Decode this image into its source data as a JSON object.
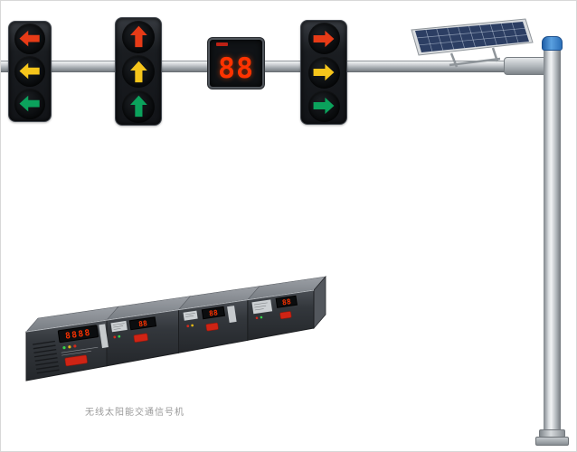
{
  "colors": {
    "arrow_red": "#e73b17",
    "arrow_yellow": "#f6c51b",
    "arrow_green": "#0ba25c",
    "led_red": "#ff3300",
    "button_red": "#cf2415",
    "pole_cap_blue": "#3d86cf",
    "solar_cell_blue": "#2c3e63"
  },
  "countdown": {
    "value": "88"
  },
  "traffic_lights": [
    {
      "position": "left",
      "arrow_direction": "left",
      "lens_colors_top_to_bottom": [
        "red",
        "yellow",
        "green"
      ]
    },
    {
      "position": "center",
      "arrow_direction": "up",
      "lens_colors_top_to_bottom": [
        "red",
        "yellow",
        "green"
      ]
    },
    {
      "position": "right",
      "arrow_direction": "right",
      "lens_colors_top_to_bottom": [
        "red",
        "yellow",
        "green"
      ]
    }
  ],
  "icons": {
    "left_arrow": "←",
    "up_arrow": "↑",
    "right_arrow": "→"
  },
  "controller": {
    "main_display": "8888",
    "sub_display": "88",
    "caption": "无线太阳能交通信号机"
  }
}
